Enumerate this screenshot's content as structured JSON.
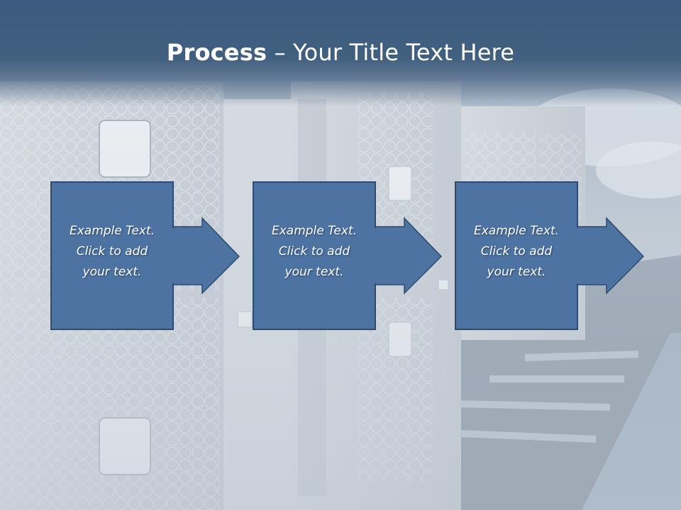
{
  "slide": {
    "title_bold": "Process",
    "title_rest": " – Your Title Text Here"
  },
  "steps": [
    {
      "line1": "Example Text.",
      "line2": "Click  to add",
      "line3": "your text."
    },
    {
      "line1": "Example Text.",
      "line2": "Click  to add",
      "line3": "your text."
    },
    {
      "line1": "Example Text.",
      "line2": "Click  to add",
      "line3": "your text."
    }
  ],
  "colors": {
    "header": "#3c5a7f",
    "box_fill": "#4d73a3",
    "box_border": "#2e4a6c",
    "text": "#ffffff"
  }
}
